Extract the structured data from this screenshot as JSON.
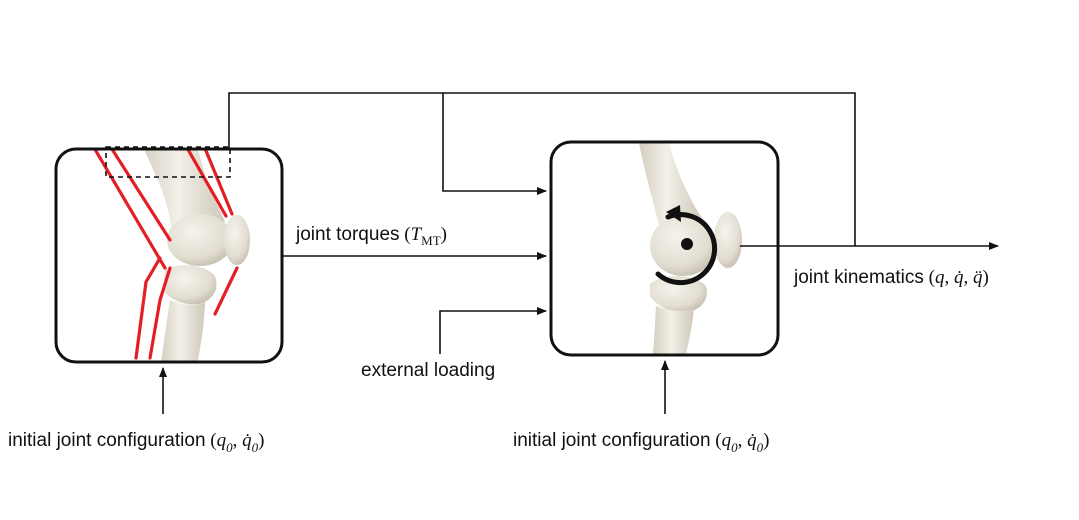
{
  "labels": {
    "joint_torques": "joint torques",
    "external_loading": "external loading",
    "joint_kinematics": "joint kinematics",
    "initial_config_left": "initial joint configuration",
    "initial_config_right": "initial joint configuration"
  },
  "math": {
    "torque_symbol": "T",
    "torque_subscript": "MT",
    "q": "q",
    "q_dot": "q̇",
    "q_ddot": "q̈",
    "zero": "0",
    "open_paren": "(",
    "close_paren": ")",
    "comma": ","
  },
  "colors": {
    "muscle": "#e31e24",
    "bone": "#e9e5dc",
    "bone_shade": "#c9c3b6",
    "line": "#111111"
  },
  "icons": [
    "muscle-skeletal-knee-model",
    "skeletal-knee-model",
    "rotation-arrow-icon"
  ]
}
